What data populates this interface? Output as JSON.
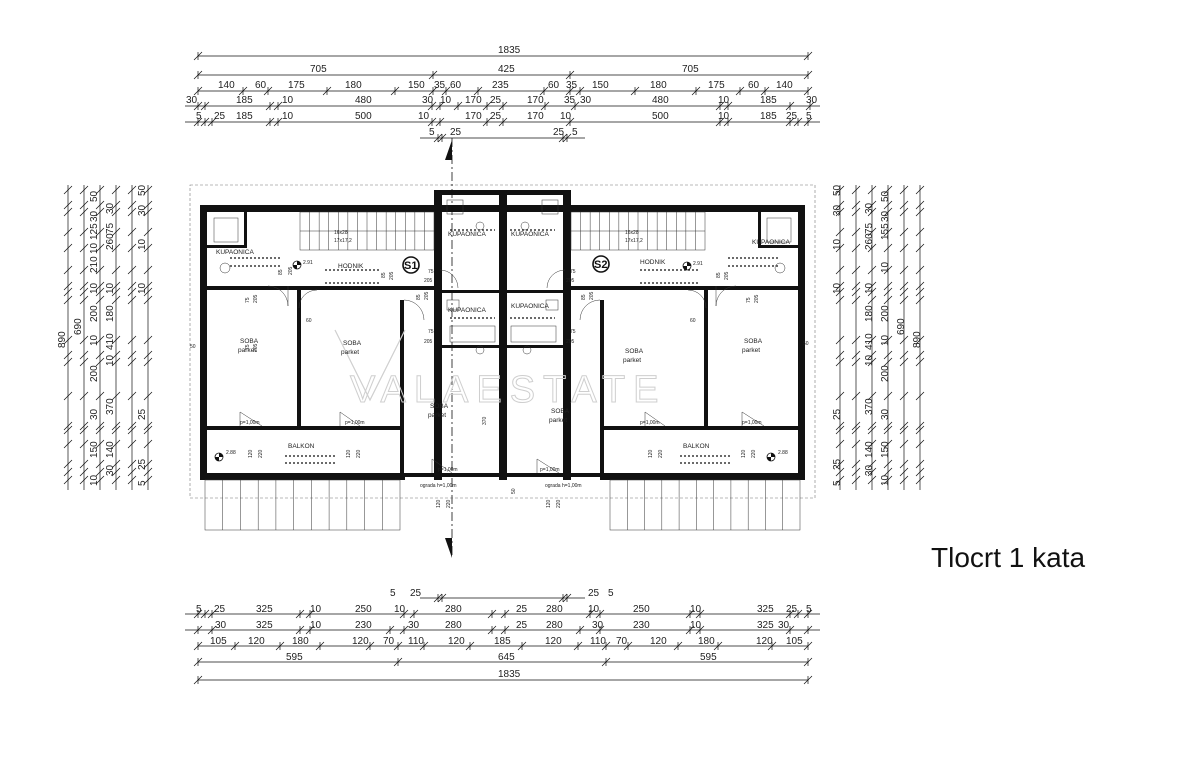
{
  "title": "Tlocrt 1 kata",
  "watermark": "VALAESTATE",
  "top_dims": {
    "row1": [
      "1835"
    ],
    "row2": [
      "705",
      "425",
      "705"
    ],
    "row3": [
      "140",
      "60",
      "175",
      "180",
      "150",
      "35",
      "60",
      "235",
      "60",
      "35",
      "150",
      "180",
      "175",
      "60",
      "140"
    ],
    "row4": [
      "30",
      "185",
      "10",
      "480",
      "30",
      "10",
      "170",
      "25",
      "170",
      "35",
      "30",
      "480",
      "10",
      "185",
      "30"
    ],
    "row5": [
      "5",
      "25",
      "185",
      "10",
      "500",
      "10",
      "170",
      "25",
      "170",
      "10",
      "500",
      "10",
      "185",
      "25",
      "5"
    ],
    "row6": [
      "5",
      "25",
      "25",
      "5"
    ]
  },
  "bottom_dims": {
    "row0": [
      "5",
      "25",
      "25",
      "5"
    ],
    "row1": [
      "5",
      "25",
      "325",
      "10",
      "250",
      "10",
      "280",
      "25",
      "280",
      "10",
      "250",
      "10",
      "325",
      "25",
      "5"
    ],
    "row2": [
      "30",
      "325",
      "10",
      "230",
      "30",
      "280",
      "25",
      "280",
      "30",
      "230",
      "10",
      "325",
      "30"
    ],
    "row3": [
      "105",
      "120",
      "180",
      "120",
      "70",
      "110",
      "120",
      "185",
      "120",
      "110",
      "70",
      "120",
      "180",
      "120",
      "105"
    ],
    "row4": [
      "595",
      "645",
      "595"
    ],
    "row5": [
      "1835"
    ]
  },
  "left_dims": {
    "col1": [
      "890"
    ],
    "col2": [
      "690"
    ],
    "col3": [
      "50",
      "30",
      "125",
      "10",
      "210",
      "10",
      "200",
      "10",
      "200",
      "30",
      "150",
      "10"
    ],
    "col4": [
      "30",
      "75",
      "260",
      "10",
      "180",
      "410",
      "10",
      "370",
      "140",
      "30"
    ],
    "col5": [
      "50",
      "30",
      "10",
      "10",
      "25",
      "25",
      "5"
    ]
  },
  "right_dims": {
    "col1": [
      "890"
    ],
    "col2": [
      "690"
    ],
    "col3": [
      "50",
      "30",
      "155",
      "10",
      "200",
      "10",
      "200",
      "30",
      "150",
      "10"
    ],
    "col4": [
      "30",
      "75",
      "260",
      "10",
      "180",
      "410",
      "10",
      "370",
      "140",
      "30"
    ],
    "col5": [
      "50",
      "30",
      "10",
      "10",
      "25",
      "25",
      "5"
    ]
  },
  "rooms": {
    "kupaonica": "KUPAONICA",
    "hodnik": "HODNIK",
    "soba": "SOBA",
    "parket": "parket",
    "balkon": "BALKON"
  },
  "sections": {
    "s1": "S1",
    "s2": "S2"
  },
  "levels": {
    "l291": "2.91",
    "l288": "2.88"
  },
  "stairs": {
    "line1": "16x28",
    "line2": "17x17,2"
  },
  "door_dims": {
    "d75": "75",
    "d205": "205",
    "d85": "85",
    "d60": "60",
    "d50": "50",
    "d120": "120",
    "d220": "220",
    "d370": "370"
  },
  "notes": {
    "parapet": "p=1,00m",
    "ograda": "ograda h=1,00m"
  }
}
